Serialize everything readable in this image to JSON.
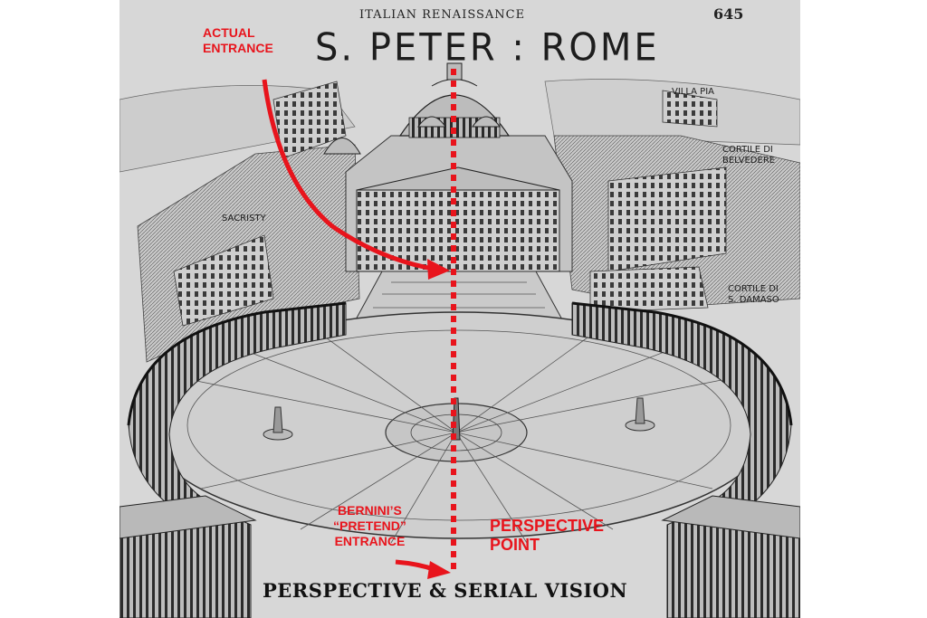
{
  "header": {
    "subtitle": "ITALIAN RENAISSANCE",
    "title": "S. PETER : ROME",
    "page_number": "645"
  },
  "annotations": {
    "actual_entrance": [
      "ACTUAL",
      "ENTRANCE"
    ],
    "bernini_entrance": [
      "BERNINI’S",
      "“PRETEND”",
      "ENTRANCE"
    ],
    "perspective_point": [
      "PERSPECTIVE",
      "POINT"
    ]
  },
  "labels": {
    "sacristy": "SACRISTY",
    "villa_pia": "VILLA PIA",
    "cortile_belvedere": [
      "CORTILE DI",
      "BELVEDERE"
    ],
    "cortile_damaso": [
      "CORTILE DI",
      "S. DAMASO"
    ]
  },
  "caption": "PERSPECTIVE & SERIAL VISION",
  "colors": {
    "annotation": "#e8141c",
    "ink": "#1d1d1d",
    "paper": "#d7d7d7"
  }
}
